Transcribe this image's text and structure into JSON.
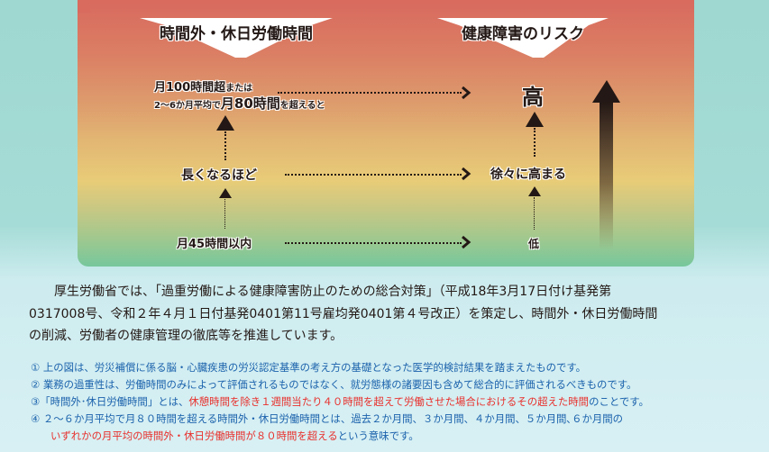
{
  "diagram": {
    "left_header": "時間外・休日労働時間",
    "right_header": "健康障害のリスク",
    "levels": [
      {
        "condition_line1_bold": "月100時間超",
        "condition_line1_rest": "または",
        "condition_line2_pre": "2〜6か月平均で",
        "condition_line2_bold": "月80時間",
        "condition_line2_post": "を超えると",
        "risk": "高"
      },
      {
        "condition": "長くなるほど",
        "risk": "徐々に高まる"
      },
      {
        "condition": "月45時間以内",
        "risk": "低"
      }
    ],
    "colors": {
      "top": "#d86a5e",
      "middle": "#e8cc78",
      "bottom": "#76c79c",
      "ink": "#231815"
    }
  },
  "body": {
    "paragraph": "厚生労働省では、「過重労働による健康障害防止のための総合対策」（平成18年3月17日付け基発第0317008号、令和２年４月１日付基発0401第11号雇均発0401第４号改正）を策定し、時間外・休日労働時間の削減、労働者の健康管理の徹底等を推進しています。",
    "paragraph_lines": [
      "厚生労働省では、「過重労働による健康障害防止のための総合対策」（平成18年3月17日付け基発第",
      "0317008号、令和２年４月１日付基発0401第11号雇均発0401第４号改正）を策定し、時間外・休日労働時間",
      "の削減、労働者の健康管理の徹底等を推進しています。"
    ]
  },
  "notes": [
    {
      "marker": "①",
      "text": " 上の図は、労災補償に係る脳・心臓疾患の労災認定基準の考え方の基礎となった医学的検討結果を踏まえたものです。"
    },
    {
      "marker": "②",
      "text": " 業務の過重性は、労働時間のみによって評価されるものではなく、就労態様の諸要因も含めて総合的に評価されるべきものです。"
    },
    {
      "marker": "③",
      "text_pre": "「時間外･休日労働時間」とは、",
      "text_red": "休憩時間を除き１週間当たり４０時間を超えて労働させた場合におけるその超えた時間",
      "text_post": "のことです。"
    },
    {
      "marker": "④",
      "text": " ２～６か月平均で月８０時間を超える時間外・休日労働時間とは、過去２か月間、３か月間、４か月間、５か月間､６か月間の",
      "cont_red": "いずれかの月平均の時間外・休日労働時間が８０時間を超える",
      "cont_post": "という意味です。"
    }
  ],
  "note_colors": {
    "blue": "#1b62ac",
    "red": "#e8302c"
  }
}
